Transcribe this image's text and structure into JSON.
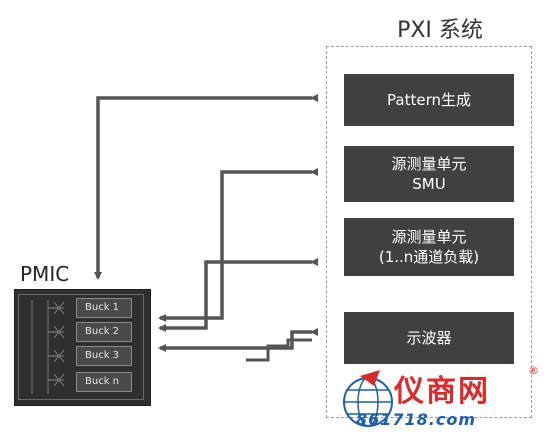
{
  "pxi_system": {
    "title": "PXI 系统",
    "blocks": [
      {
        "line1": "Pattern生成",
        "line2": ""
      },
      {
        "line1": "源测量单元",
        "line2": "SMU"
      },
      {
        "line1": "源测量单元",
        "line2": "(1..n通道负载)"
      },
      {
        "line1": "示波器",
        "line2": ""
      }
    ]
  },
  "pmic": {
    "label": "PMIC",
    "bucks": [
      "Buck 1",
      "Buck 2",
      "Buck 3",
      "Buck n"
    ]
  },
  "watermark": {
    "name": "仪商网",
    "url": "861718.com",
    "registered_mark": "®"
  },
  "colors": {
    "block_fill": "#404040",
    "wire": "#555555",
    "watermark_red": "#d92b2b",
    "watermark_blue": "#1f5fa8"
  }
}
